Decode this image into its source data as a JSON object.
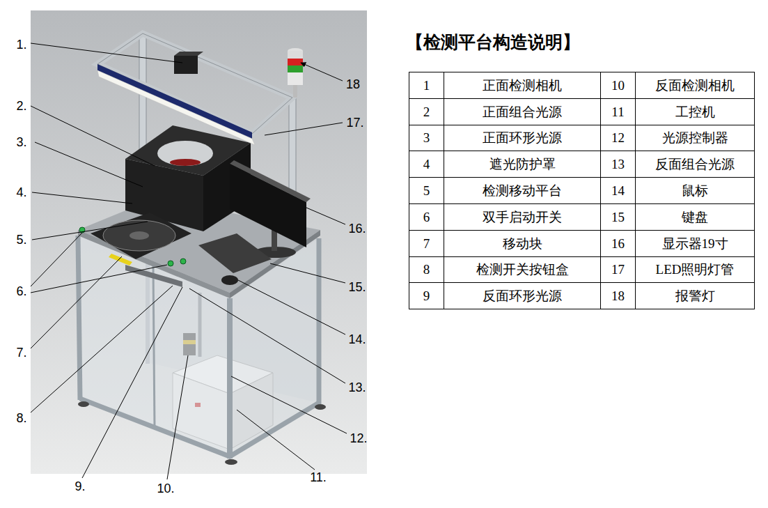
{
  "diagram": {
    "title": "【检测平台构造说明】",
    "labels": [
      "1.",
      "2.",
      "3.",
      "4.",
      "5.",
      "6.",
      "7.",
      "8.",
      "9.",
      "10.",
      "11.",
      "12.",
      "13.",
      "14.",
      "15.",
      "16.",
      "17.",
      "18",
      "1",
      "正面检测相机",
      "10",
      "反面检测相机",
      "2",
      "正面组合光源",
      "11",
      "工控机",
      "3",
      "正面环形光源",
      "12",
      "光源控制器",
      "4",
      "遮光防护罩",
      "13",
      "反面组合光源",
      "5",
      "检测移动平台",
      "14",
      "鼠标",
      "6",
      "双手启动开关",
      "15",
      "键盘",
      "7",
      "移动块",
      "16",
      "显示器19寸",
      "8",
      "检测开关按钮盒",
      "17",
      "LED照明灯管",
      "9",
      "反面环形光源",
      "18",
      "报警灯"
    ]
  }
}
